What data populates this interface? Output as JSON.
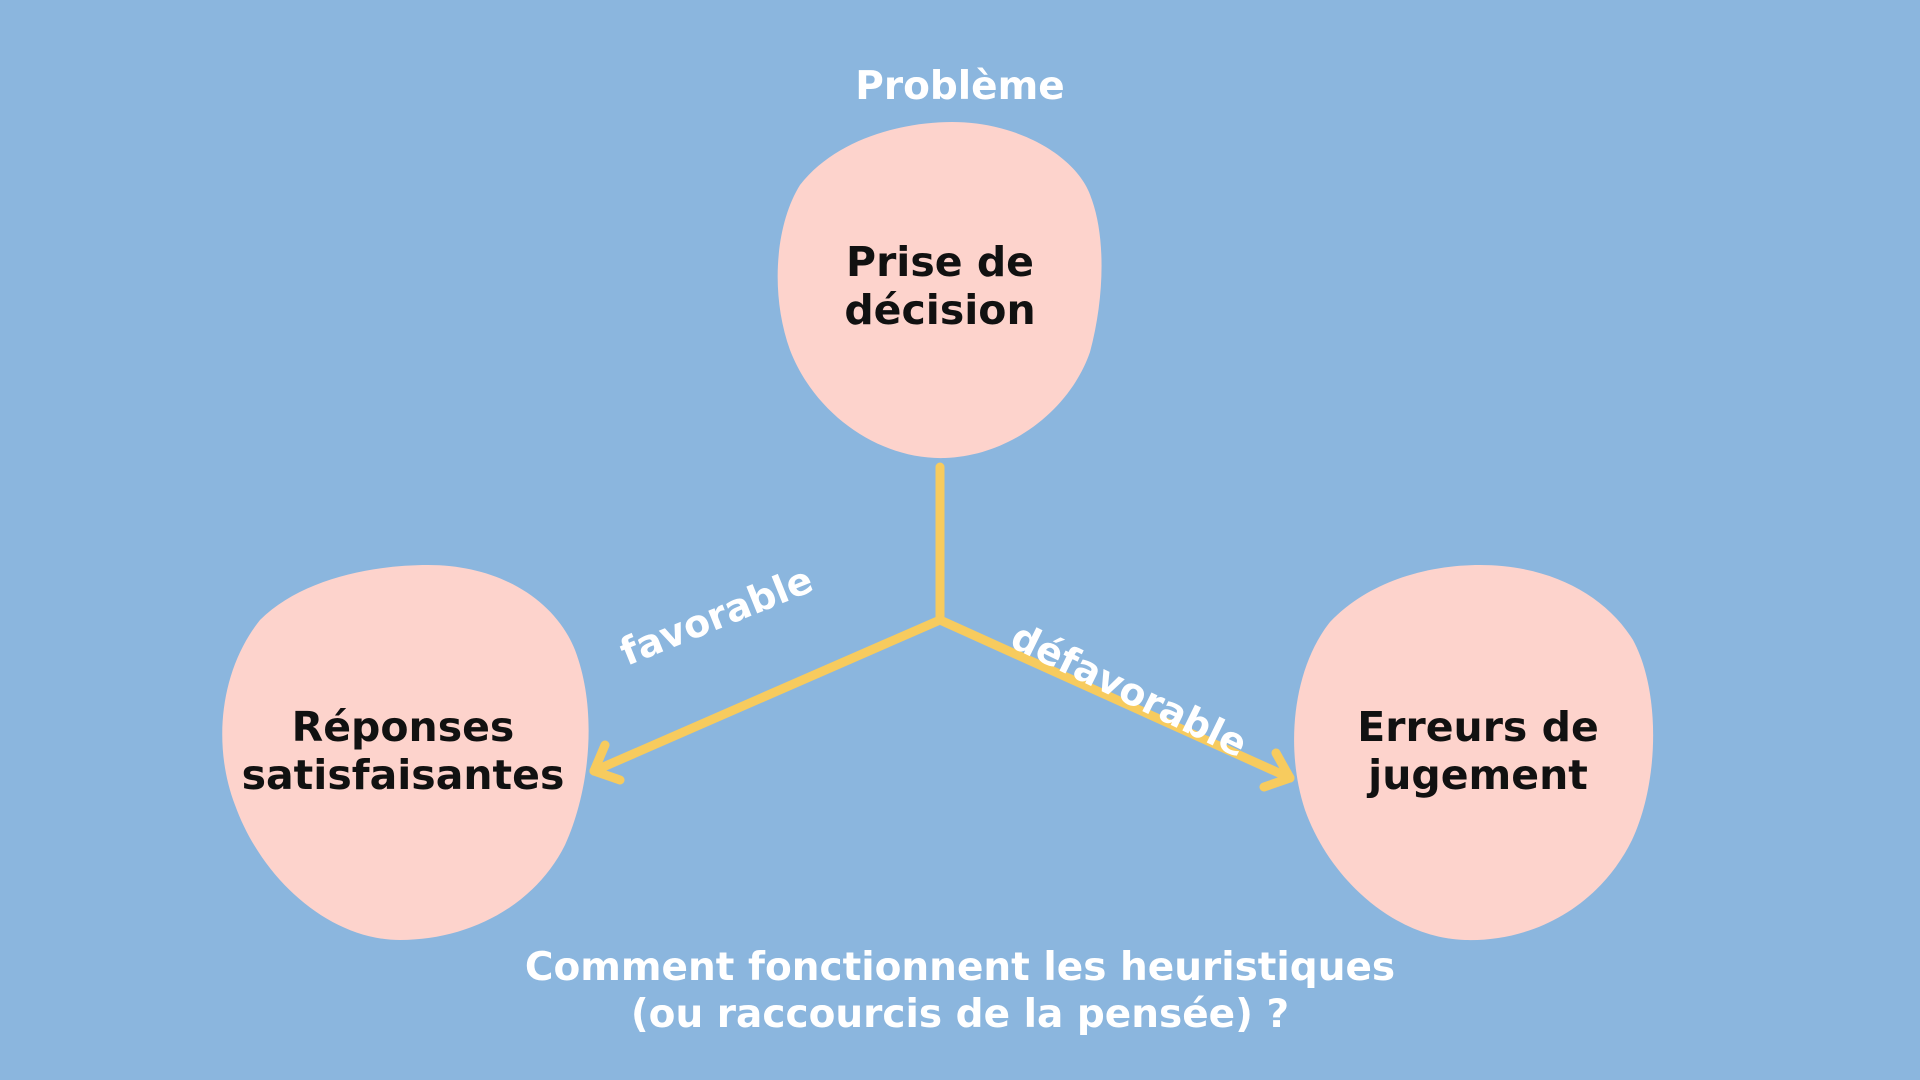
{
  "diagram": {
    "top_label": "Problème",
    "nodes": {
      "top": {
        "line1": "Prise de",
        "line2": "décision"
      },
      "left": {
        "line1": "Réponses",
        "line2": "satisfaisantes"
      },
      "right": {
        "line1": "Erreurs de",
        "line2": "jugement"
      }
    },
    "branches": {
      "left": "favorable",
      "right": "défavorable"
    },
    "caption": {
      "line1": "Comment fonctionnent les heuristiques",
      "line2": "(ou raccourcis de la pensée) ?"
    }
  },
  "colors": {
    "background": "#8bb6de",
    "node_fill": "#fdd3cc",
    "connector": "#f7cb5e",
    "label_text": "#ffffff",
    "node_text": "#111111"
  }
}
